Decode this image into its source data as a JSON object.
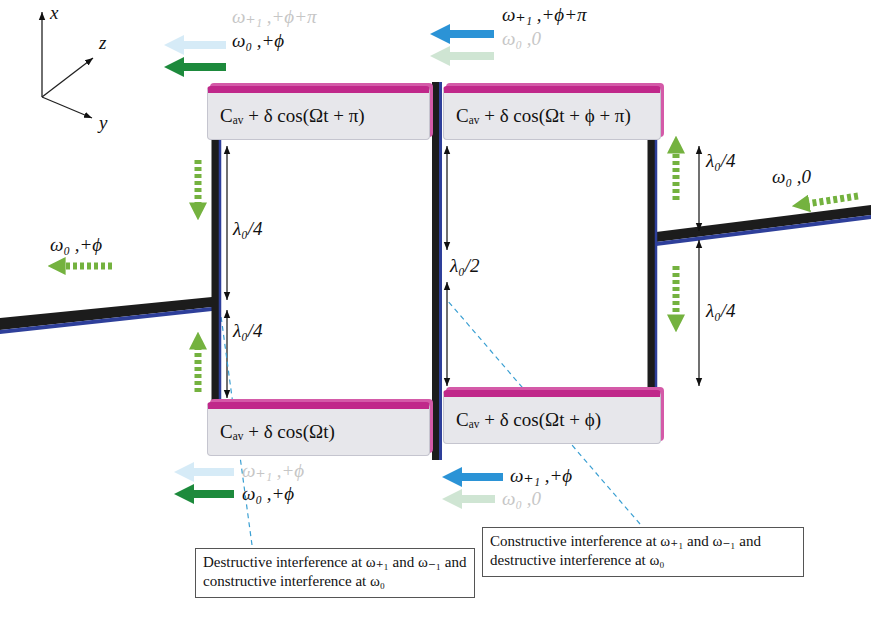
{
  "diagram": {
    "nodes": [
      {
        "text": [
          "Cₐᵥ + δ cos(Ωt + π)"
        ]
      },
      {
        "text": [
          "Cₐᵥ + δ cos(Ωt + ϕ + π)"
        ]
      },
      {
        "text": [
          "Cₐᵥ + δ cos(Ωt)"
        ]
      },
      {
        "text": [
          "Cₐᵥ + δ cos(Ωt + ϕ)"
        ]
      },
      {
        "text": [
          "Destructive interference at ω₊₁ and ω₋₁ and constructive interference at ω₀"
        ]
      },
      {
        "text": [
          "Constructive interference at ω₊₁ and ω₋₁ and destructive interference at ω₀"
        ]
      }
    ],
    "edges": [
      {
        "from": 0,
        "to": 2,
        "arrow": "none"
      },
      {
        "from": 1,
        "to": 3,
        "arrow": "none"
      }
    ],
    "labels": [
      "x",
      "z",
      "y",
      "ω₊₁ ,+ϕ+π",
      "ω₀ ,+ϕ",
      "ω₊₁ ,+ϕ+π",
      "ω₀ ,0",
      "λ₀/4",
      "λ₀/4",
      "λ₀/2",
      "λ₀/4",
      "λ₀/4",
      "ω₀ ,+ϕ",
      "ω₀ ,0",
      "ω₊₁ ,+ϕ",
      "ω₀ ,+ϕ",
      "ω₊₁ ,+ϕ",
      "ω₀ ,0"
    ]
  }
}
